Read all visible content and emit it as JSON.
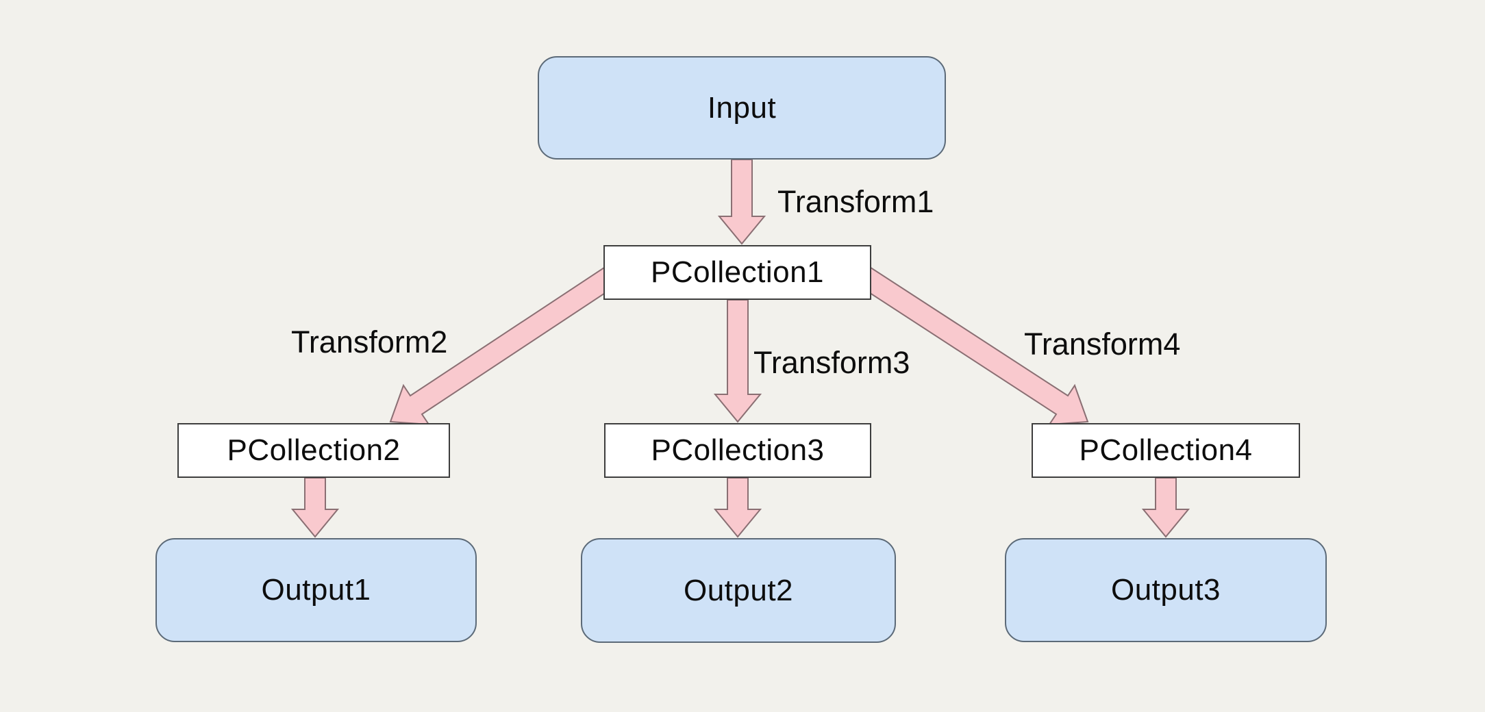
{
  "diagram": {
    "type": "flowchart",
    "nodes": {
      "input": {
        "label": "Input",
        "shape": "rounded-rect",
        "fill": "blue"
      },
      "pcollection1": {
        "label": "PCollection1",
        "shape": "rect",
        "fill": "white"
      },
      "pcollection2": {
        "label": "PCollection2",
        "shape": "rect",
        "fill": "white"
      },
      "pcollection3": {
        "label": "PCollection3",
        "shape": "rect",
        "fill": "white"
      },
      "pcollection4": {
        "label": "PCollection4",
        "shape": "rect",
        "fill": "white"
      },
      "output1": {
        "label": "Output1",
        "shape": "rounded-rect",
        "fill": "blue"
      },
      "output2": {
        "label": "Output2",
        "shape": "rounded-rect",
        "fill": "blue"
      },
      "output3": {
        "label": "Output3",
        "shape": "rounded-rect",
        "fill": "blue"
      }
    },
    "edges": [
      {
        "label": "Transform1",
        "from": "input",
        "to": "pcollection1"
      },
      {
        "label": "Transform2",
        "from": "pcollection1",
        "to": "pcollection2"
      },
      {
        "label": "Transform3",
        "from": "pcollection1",
        "to": "pcollection3"
      },
      {
        "label": "Transform4",
        "from": "pcollection1",
        "to": "pcollection4"
      },
      {
        "label": "",
        "from": "pcollection2",
        "to": "output1"
      },
      {
        "label": "",
        "from": "pcollection3",
        "to": "output2"
      },
      {
        "label": "",
        "from": "pcollection4",
        "to": "output3"
      }
    ]
  },
  "theme": {
    "background": "#f2f1ec",
    "node_blue_fill": "#cfe2f7",
    "node_blue_border": "#5c6a78",
    "node_white_fill": "#ffffff",
    "node_white_border": "#3d3d3d",
    "arrow_fill": "#f9c9ce",
    "arrow_stroke": "#8a6f73",
    "text_color": "#0d0d0d"
  }
}
